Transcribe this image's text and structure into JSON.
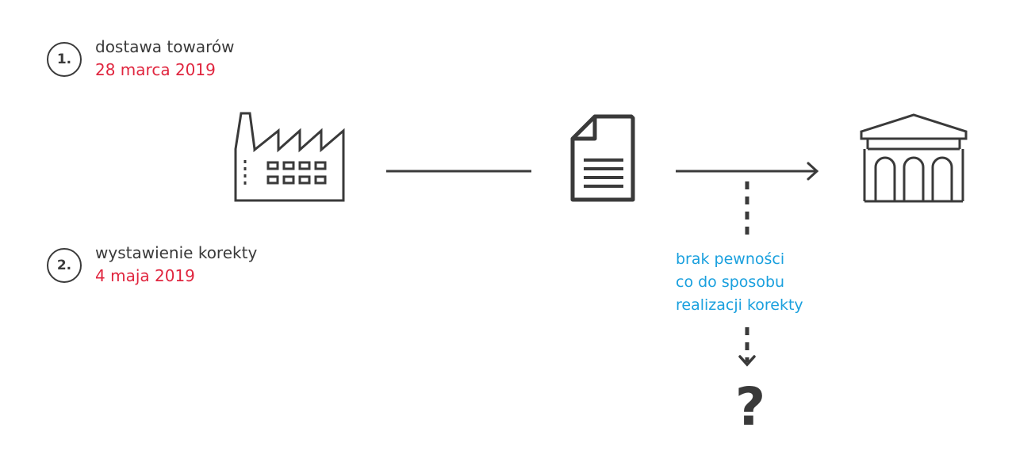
{
  "steps": [
    {
      "number": "1.",
      "label": "dostawa towarów",
      "date": "28 marca 2019"
    },
    {
      "number": "2.",
      "label": "wystawienie korekty",
      "date": "4 maja 2019"
    }
  ],
  "note": {
    "line1": "brak pewności",
    "line2": "co do sposobu",
    "line3": "realizacji korekty"
  },
  "question_mark": "?",
  "icons": {
    "factory": "factory-icon",
    "document": "document-icon",
    "institution": "institution-icon"
  },
  "colors": {
    "ink": "#3a3a3a",
    "date_red": "#e0263f",
    "note_blue": "#1aa0de"
  }
}
